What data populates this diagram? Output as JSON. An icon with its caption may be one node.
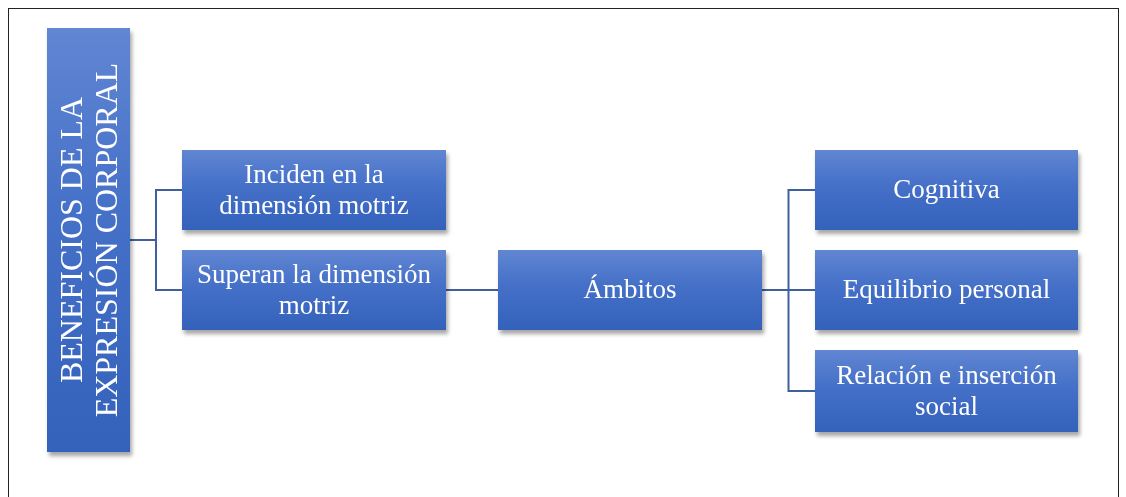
{
  "diagram": {
    "nodes": [
      {
        "text": [
          "BENEFICIOS DE LA EXPRESIÓN CORPORAL"
        ]
      },
      {
        "text": [
          "Inciden en la dimensión motriz"
        ]
      },
      {
        "text": [
          "Superan la dimensión motriz"
        ]
      },
      {
        "text": [
          "Ámbitos"
        ]
      },
      {
        "text": [
          "Cognitiva"
        ]
      },
      {
        "text": [
          "Equilibrio personal"
        ]
      },
      {
        "text": [
          "Relación e inserción social"
        ]
      }
    ],
    "edges": [
      {
        "from": 0,
        "to": 1,
        "arrow": "none"
      },
      {
        "from": 0,
        "to": 2,
        "arrow": "none"
      },
      {
        "from": 2,
        "to": 3,
        "arrow": "none"
      },
      {
        "from": 3,
        "to": 4,
        "arrow": "none"
      },
      {
        "from": 3,
        "to": 5,
        "arrow": "none"
      },
      {
        "from": 3,
        "to": 6,
        "arrow": "none"
      }
    ]
  }
}
